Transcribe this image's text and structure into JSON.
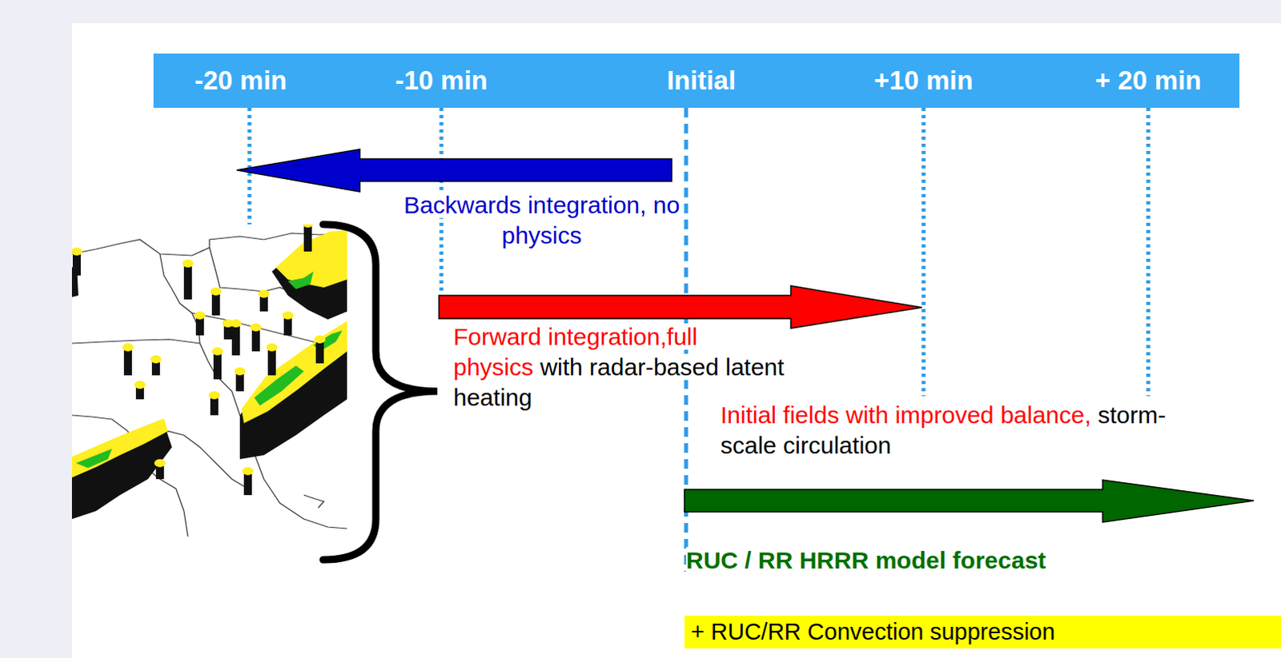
{
  "diagram": {
    "nodes": [
      {
        "text": [
          "-20 min",
          "-10 min",
          "Initial",
          "+10 min",
          "+ 20 min"
        ]
      },
      {
        "text": [
          "+ RUC/RR Convection suppression"
        ]
      }
    ],
    "labels": [
      "Backwards integration, no physics",
      "Forward integration,full physics",
      "with radar-based latent heating",
      "Initial fields with improved balance,",
      "storm-scale circulation",
      "RUC / RR HRRR model forecast"
    ]
  }
}
